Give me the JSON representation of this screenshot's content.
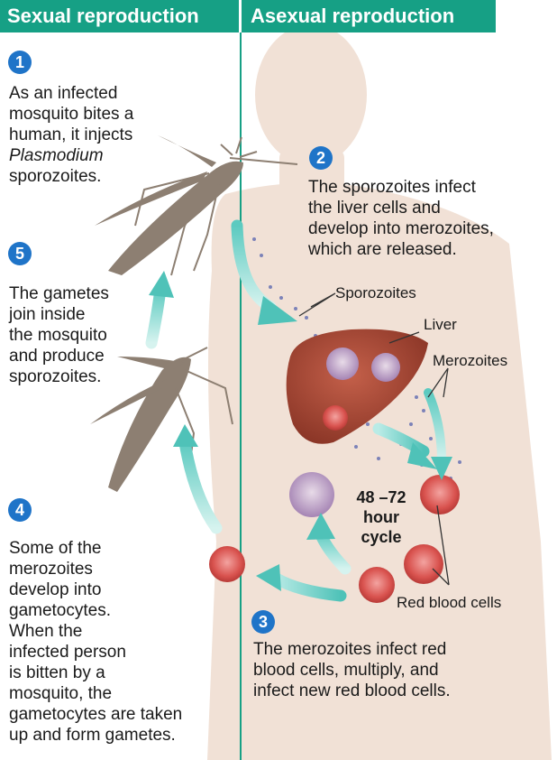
{
  "headers": {
    "sexual": "Sexual reproduction",
    "asexual": "Asexual reproduction"
  },
  "steps": [
    {
      "num": "1",
      "lines": [
        "As an infected",
        "mosquito bites a",
        "human, it injects"
      ],
      "italic": "Plasmodium",
      "tail": "sporozoites."
    },
    {
      "num": "2",
      "lines": [
        "The sporozoites infect",
        "the liver cells and",
        "develop into merozoites,",
        "which are released."
      ]
    },
    {
      "num": "3",
      "lines": [
        "The merozoites infect red",
        "blood cells, multiply, and",
        "infect new red blood cells."
      ]
    },
    {
      "num": "4",
      "lines": [
        "Some of the",
        "merozoites",
        "develop into",
        "gametocytes.",
        "When the",
        "infected person",
        "is bitten by a",
        "mosquito, the",
        "gametocytes are taken",
        "up and form gametes."
      ]
    },
    {
      "num": "5",
      "lines": [
        "The gametes",
        "join inside",
        "the mosquito",
        "and produce",
        "sporozoites."
      ]
    }
  ],
  "labels": {
    "sporozoites": "Sporozoites",
    "liver": "Liver",
    "merozoites": "Merozoites",
    "rbc": "Red blood cells"
  },
  "cycle": [
    "48 –72",
    "hour",
    "cycle"
  ],
  "colors": {
    "header": "#16a085",
    "badge": "#1f74c8",
    "arrow": "#5cc9c0",
    "divider": "#16a085"
  }
}
